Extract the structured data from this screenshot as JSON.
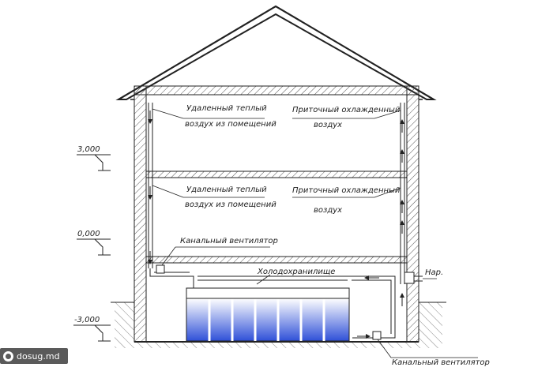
{
  "levels": {
    "top": "3,000",
    "mid": "0,000",
    "bottom": "-3,000"
  },
  "labels": {
    "exhaust_floor2": [
      "Удаленный теплый",
      "воздух из помещений"
    ],
    "supply_floor2": [
      "Приточный охлажденный",
      "воздух"
    ],
    "exhaust_floor1": [
      "Удаленный теплый",
      "воздух из помещений"
    ],
    "supply_floor1": [
      "Приточный охлажденный",
      "воздух"
    ],
    "duct_fan_upper": "Канальный вентилятор",
    "air_duct": "Холодохранилище",
    "outdoor_air": "Нар.",
    "duct_fan_lower": "Канальный вентилятор"
  },
  "watermark": "dosug.md",
  "colors": {
    "line": "#222222",
    "wall_fill": "#ffffff",
    "storage_top": "#ffffff",
    "storage_bottom": "#2f50d8",
    "watermark_bg": "#5a5a5a"
  }
}
